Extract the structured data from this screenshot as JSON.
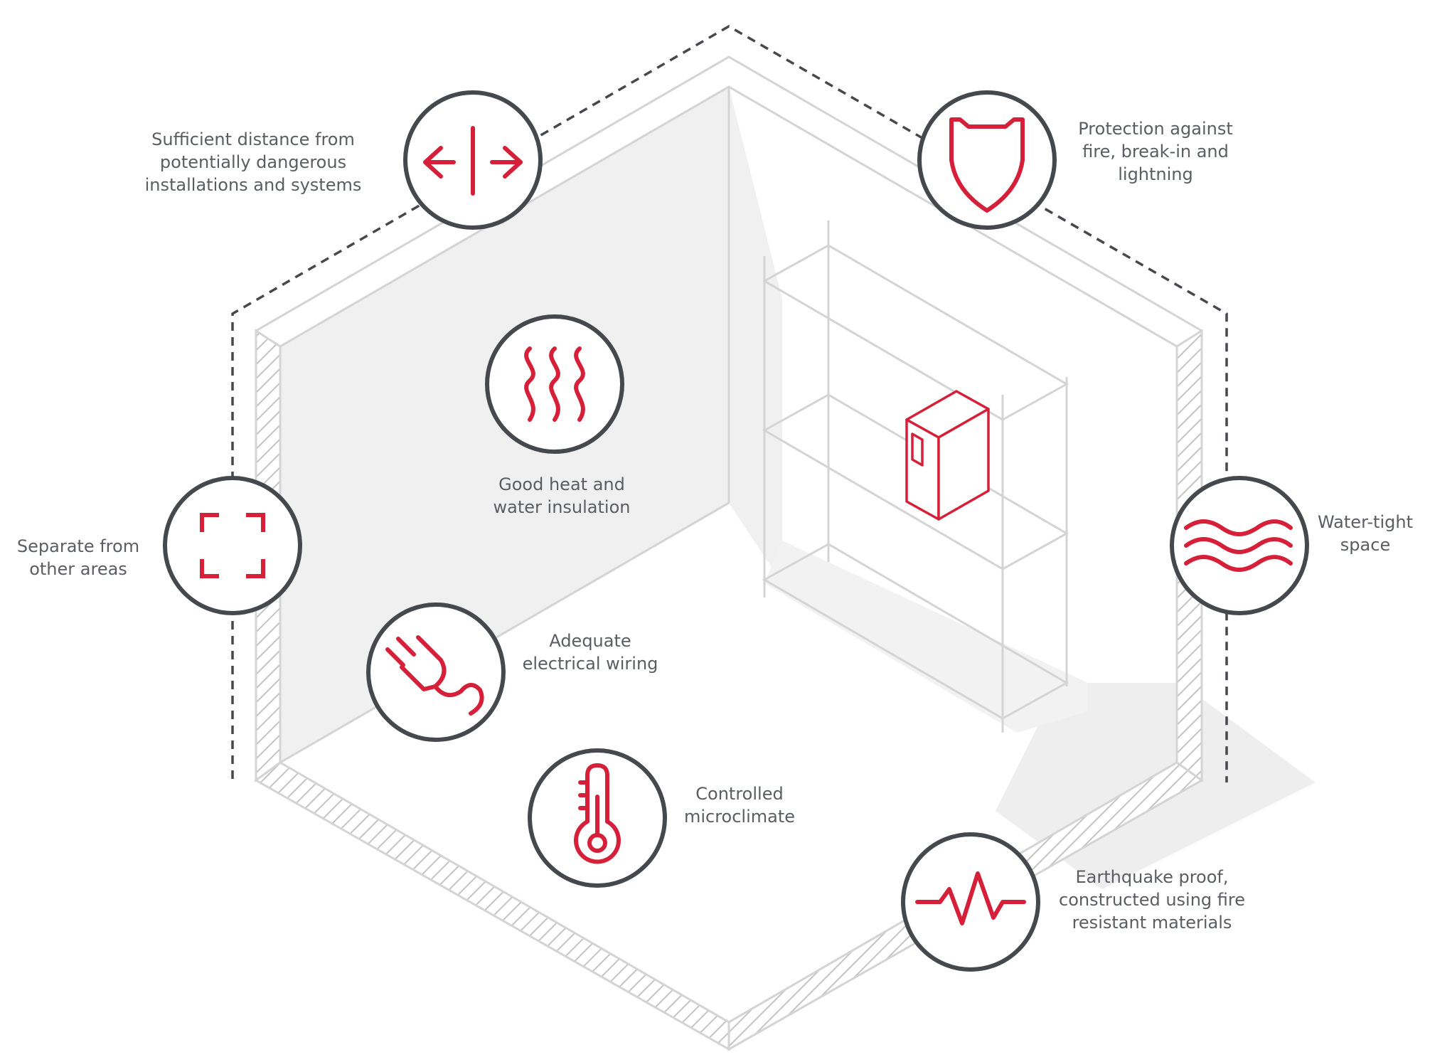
{
  "colors": {
    "accent": "#d6203a",
    "ring": "#45484d",
    "wall_shade": "#f0f0f0",
    "outline": "#d4d4d4",
    "dash": "#45484d",
    "text": "#5a5d62"
  },
  "features": [
    {
      "id": "distance",
      "icon": "arrows-apart-icon",
      "lines": [
        "Sufficient distance from",
        "potentially dangerous",
        "installations and systems"
      ]
    },
    {
      "id": "protection",
      "icon": "shield-icon",
      "lines": [
        "Protection against",
        "fire, break-in and",
        "lightning"
      ]
    },
    {
      "id": "insulation",
      "icon": "heat-waves-icon",
      "lines": [
        "Good heat and",
        "water insulation"
      ]
    },
    {
      "id": "separate",
      "icon": "corner-brackets-icon",
      "lines": [
        "Separate from",
        "other areas"
      ]
    },
    {
      "id": "watertight",
      "icon": "water-waves-icon",
      "lines": [
        "Water-tight",
        "space"
      ]
    },
    {
      "id": "wiring",
      "icon": "plug-icon",
      "lines": [
        "Adequate",
        "electrical wiring"
      ]
    },
    {
      "id": "climate",
      "icon": "thermometer-icon",
      "lines": [
        "Controlled",
        "microclimate"
      ]
    },
    {
      "id": "earthquake",
      "icon": "seismic-wave-icon",
      "lines": [
        "Earthquake proof,",
        "constructed using fire",
        "resistant materials"
      ]
    }
  ]
}
